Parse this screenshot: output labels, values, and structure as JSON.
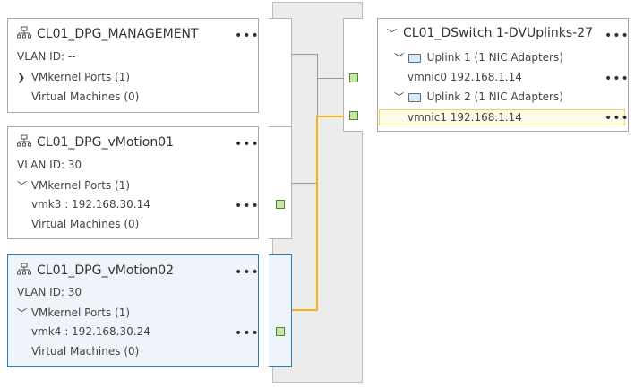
{
  "portgroups": [
    {
      "name": "CL01_DPG_MANAGEMENT",
      "vlan": "VLAN ID: --",
      "vmkernel": "VMkernel Ports (1)",
      "vmk": "",
      "vms": "Virtual Machines (0)",
      "expanded": false,
      "selected": false
    },
    {
      "name": "CL01_DPG_vMotion01",
      "vlan": "VLAN ID: 30",
      "vmkernel": "VMkernel Ports (1)",
      "vmk": "vmk3 : 192.168.30.14",
      "vms": "Virtual Machines (0)",
      "expanded": true,
      "selected": false
    },
    {
      "name": "CL01_DPG_vMotion02",
      "vlan": "VLAN ID: 30",
      "vmkernel": "VMkernel Ports (1)",
      "vmk": "vmk4 : 192.168.30.24",
      "vms": "Virtual Machines (0)",
      "expanded": true,
      "selected": true
    }
  ],
  "uplinks": {
    "title": "CL01_DSwitch 1-DVUplinks-27",
    "uplink1": "Uplink 1 (1 NIC Adapters)",
    "nic1": "vmnic0 192.168.1.14",
    "uplink2": "Uplink 2 (1 NIC Adapters)",
    "nic2": "vmnic1 192.168.1.14"
  },
  "more_glyph": "•••",
  "colors": {
    "selected_border": "#2b7db8",
    "highlight": "#f2b21b",
    "port": "#c9e8a8"
  }
}
